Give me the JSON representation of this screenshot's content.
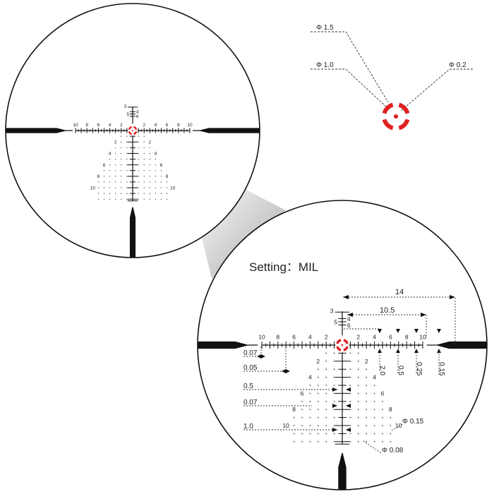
{
  "setting_label": "Setting：MIL",
  "scale_numbers": [
    "10",
    "8",
    "6",
    "4",
    "2",
    "2",
    "4",
    "6",
    "8",
    "10"
  ],
  "drop_numbers": [
    "2",
    "4",
    "6",
    "8",
    "10"
  ],
  "tree_numbers": [
    "3",
    "4",
    "5",
    "6"
  ],
  "dot_reticle": {
    "labels": [
      "Φ 1.5",
      "Φ 1.0",
      "Φ 0.2"
    ],
    "color": "#e02020"
  },
  "dimensions": {
    "top": [
      "14",
      "10.5"
    ],
    "vertical": [
      "2.0",
      "0.5",
      "0.25",
      "0.15"
    ],
    "left": [
      "0.07",
      "0.05",
      "0.5",
      "0.07",
      "1.0"
    ],
    "dots": [
      "Φ 0.15",
      "Φ 0.08"
    ]
  }
}
